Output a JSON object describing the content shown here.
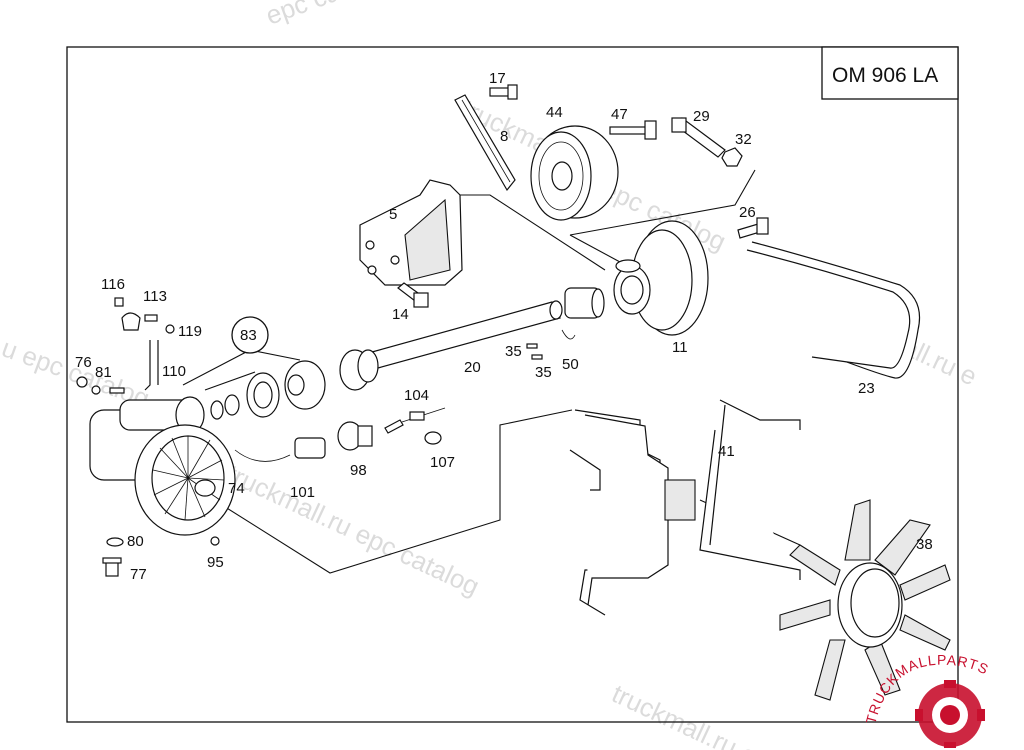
{
  "title": "OM 906 LA",
  "watermark": {
    "text": "truckmall.ru epc catalog",
    "fragments": [
      "epc catalog",
      "truckmall.ru e",
      "u epc catalog",
      "truckmall.ru epc catalog",
      "truckmall.ru e"
    ]
  },
  "logo": {
    "text": "TRUCKMALLPARTS",
    "accent_color": "#c8102e"
  },
  "labels": [
    {
      "id": "17",
      "text": "17"
    },
    {
      "id": "8",
      "text": "8"
    },
    {
      "id": "44",
      "text": "44"
    },
    {
      "id": "47",
      "text": "47"
    },
    {
      "id": "29",
      "text": "29"
    },
    {
      "id": "32",
      "text": "32"
    },
    {
      "id": "5",
      "text": "5"
    },
    {
      "id": "26",
      "text": "26"
    },
    {
      "id": "116",
      "text": "116"
    },
    {
      "id": "113",
      "text": "113"
    },
    {
      "id": "119",
      "text": "119"
    },
    {
      "id": "83",
      "text": "83"
    },
    {
      "id": "14",
      "text": "14"
    },
    {
      "id": "11",
      "text": "11"
    },
    {
      "id": "76",
      "text": "76"
    },
    {
      "id": "81",
      "text": "81"
    },
    {
      "id": "110",
      "text": "110"
    },
    {
      "id": "35a",
      "text": "35"
    },
    {
      "id": "35b",
      "text": "35"
    },
    {
      "id": "20",
      "text": "20"
    },
    {
      "id": "50",
      "text": "50"
    },
    {
      "id": "104",
      "text": "104"
    },
    {
      "id": "23",
      "text": "23"
    },
    {
      "id": "41",
      "text": "41"
    },
    {
      "id": "98",
      "text": "98"
    },
    {
      "id": "107",
      "text": "107"
    },
    {
      "id": "101",
      "text": "101"
    },
    {
      "id": "74",
      "text": "74"
    },
    {
      "id": "80",
      "text": "80"
    },
    {
      "id": "95",
      "text": "95"
    },
    {
      "id": "77",
      "text": "77"
    },
    {
      "id": "38",
      "text": "38"
    }
  ]
}
